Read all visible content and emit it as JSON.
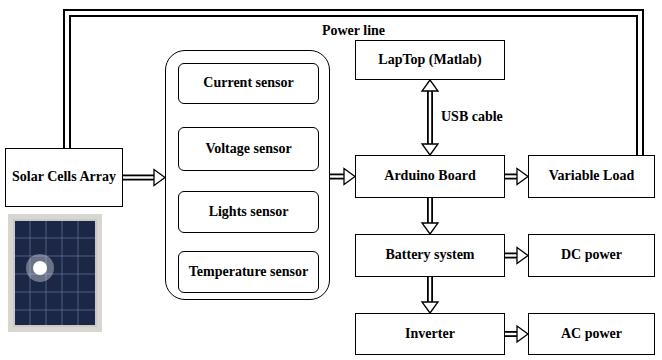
{
  "diagram": {
    "nodes": [
      {
        "text": [
          "Solar Cells Array"
        ]
      },
      {
        "text": []
      },
      {
        "text": [
          "Current sensor"
        ],
        "in": 1
      },
      {
        "text": [
          "Voltage sensor"
        ],
        "in": 1
      },
      {
        "text": [
          "Lights sensor"
        ],
        "in": 1
      },
      {
        "text": [
          "Temperature sensor"
        ],
        "in": 1
      },
      {
        "text": [
          "LapTop (Matlab)"
        ]
      },
      {
        "text": [
          "Arduino Board"
        ]
      },
      {
        "text": [
          "Variable Load"
        ]
      },
      {
        "text": [
          "Battery system"
        ]
      },
      {
        "text": [
          "DC power"
        ]
      },
      {
        "text": [
          "Inverter"
        ]
      },
      {
        "text": [
          "AC power"
        ]
      }
    ],
    "edges": [
      {
        "from": 0,
        "to": 1,
        "arrow": "to"
      },
      {
        "from": 1,
        "to": 7,
        "arrow": "to"
      },
      {
        "from": 6,
        "to": 7,
        "label": "USB cable",
        "arrow": "both"
      },
      {
        "from": 7,
        "to": 8,
        "arrow": "to"
      },
      {
        "from": 7,
        "to": 9,
        "arrow": "to"
      },
      {
        "from": 9,
        "to": 10,
        "arrow": "to"
      },
      {
        "from": 9,
        "to": 11,
        "arrow": "to"
      },
      {
        "from": 11,
        "to": 12,
        "arrow": "to"
      },
      {
        "from": 0,
        "to": 8,
        "label": "Power line",
        "arrow": "none"
      }
    ]
  }
}
